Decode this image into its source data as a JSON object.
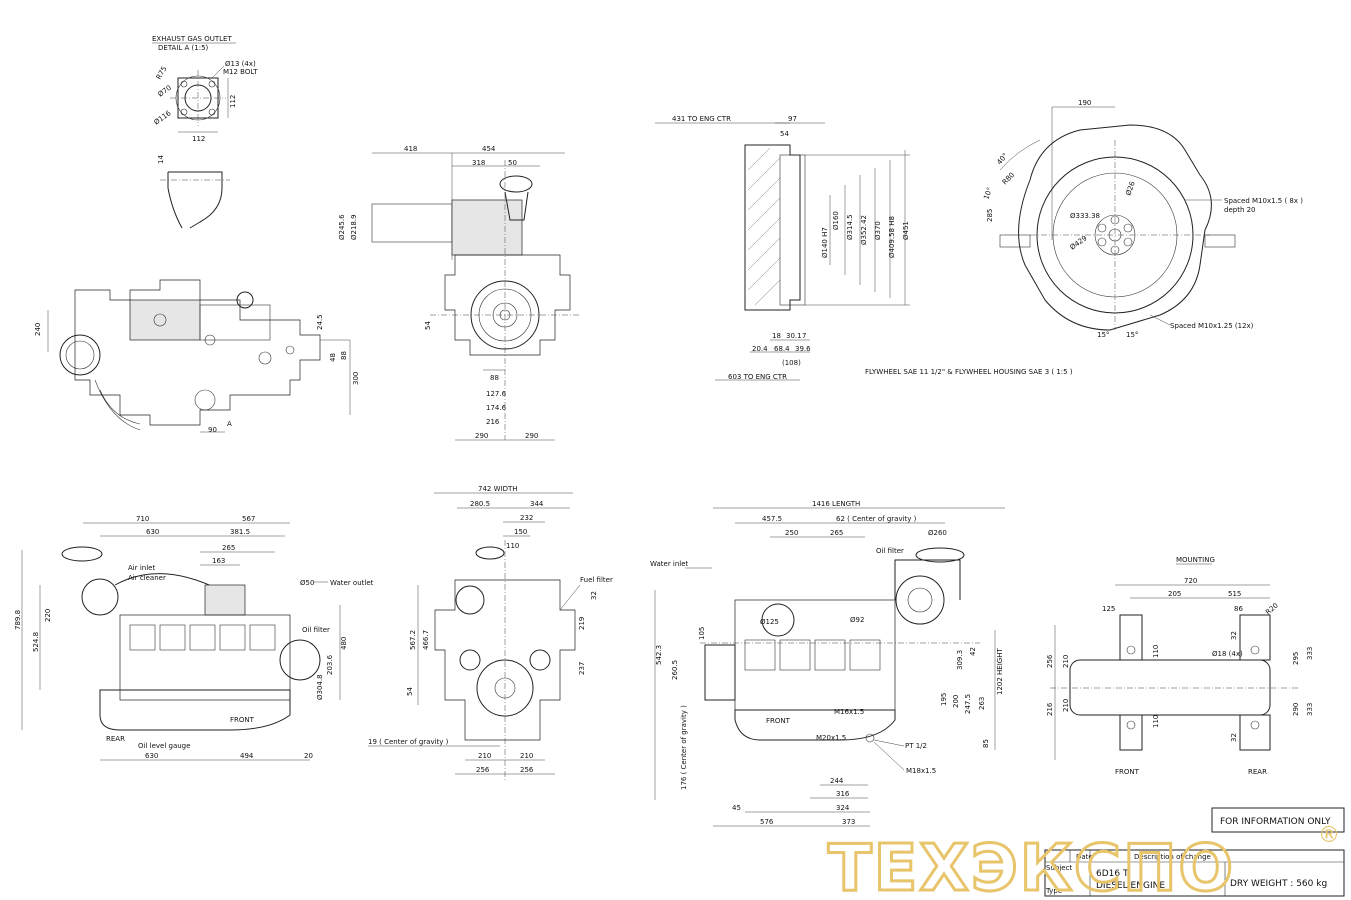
{
  "detail_a": {
    "title": "EXHAUST GAS OUTLET",
    "subtitle": "DETAIL A (1:5)",
    "bolt1": "Ø13 (4x)",
    "bolt2": "M12 BOLT",
    "d70": "Ø70",
    "d116": "Ø116",
    "r75": "R75",
    "w112": "112",
    "h112": "112",
    "h14": "14"
  },
  "top_left": {
    "d240": "240",
    "d24_5": "24.5",
    "d48": "48",
    "d88": "88",
    "d300": "300",
    "d90": "90",
    "a": "A"
  },
  "top_front": {
    "d418": "418",
    "d454": "454",
    "d318": "318",
    "d50": "50",
    "d245_6": "Ø245.6",
    "d218_9": "Ø218.9",
    "d54": "54",
    "d88": "88",
    "d127_6": "127.6",
    "d174_6": "174.6",
    "d216": "216",
    "d290a": "290",
    "d290b": "290"
  },
  "flywheel_section": {
    "to_eng_ctr_top": "431  TO ENG CTR",
    "d97": "97",
    "d54": "54",
    "d160": "Ø160",
    "d140h7": "Ø140 H7",
    "d314_5": "Ø314.5",
    "d352_42": "Ø352.42",
    "d370": "Ø370",
    "d409": "Ø409.58 H8",
    "d451": "Ø451",
    "d18": "18",
    "d30_1": "30.1",
    "d7": "7",
    "d20_4": "20.4",
    "d68_4": "68.4",
    "d39_6": "39.6",
    "d108": "(108)",
    "to_eng_ctr_bottom": "603  TO ENG CTR",
    "caption": "FLYWHEEL SAE 11 1/2\" & FLYWHEEL HOUSING SAE 3 ( 1:5 )"
  },
  "flywheel_front": {
    "d190": "190",
    "a40": "40°",
    "a10": "10°",
    "r80": "R80",
    "d285": "285",
    "d333": "Ø333.38",
    "d26": "Ø26",
    "d429": "Ø429",
    "spaced1": "Spaced M10x1.5 ( 8x )",
    "depth": "depth 20",
    "spaced2": "Spaced M10x1.25 (12x)",
    "a15a": "15°",
    "a15b": "15°"
  },
  "side_left": {
    "d710": "710",
    "d567": "567",
    "d630": "630",
    "d381_5": "381.5",
    "d265": "265",
    "d163": "163",
    "air_inlet": "Air inlet",
    "air_cleaner": "Air cleaner",
    "water_outlet": "Water outlet",
    "d50": "Ø50",
    "oil_filter": "Oil filter",
    "d789_8": "789.8",
    "d220": "220",
    "d524_8": "524.8",
    "d480": "480",
    "d203_6": "203.6",
    "d304_8": "Ø304.8",
    "rear": "REAR",
    "front": "FRONT",
    "oil_level": "Oil level gauge",
    "b630": "630",
    "b494": "494",
    "b20": "20"
  },
  "front_view": {
    "width": "742  WIDTH",
    "d280_5": "280.5",
    "d344": "344",
    "d232": "232",
    "d150": "150",
    "d110": "110",
    "fuel_filter": "Fuel filter",
    "d567_2": "567.2",
    "d466_7": "466.7",
    "d54": "54",
    "d219": "219",
    "d237": "237",
    "d32": "32",
    "cog": "19 ( Center of gravity )",
    "d210a": "210",
    "d210b": "210",
    "d256a": "256",
    "d256b": "256"
  },
  "side_right": {
    "length": "1416  LENGTH",
    "d457_5": "457.5",
    "d62": "62 ( Center of gravity )",
    "d250": "250",
    "d265": "265",
    "d260": "Ø260",
    "water_inlet": "Water inlet",
    "oil_filter": "Oil filter",
    "d125": "Ø125",
    "d92": "Ø92",
    "d542_3": "542.3",
    "d105": "105",
    "d260_5": "260.5",
    "d176": "176 ( Center of gravity )",
    "d309_3": "309.3",
    "d1202": "1202  HEIGHT",
    "d42": "42",
    "d195": "195",
    "d200": "200",
    "d247_5": "247.5",
    "d263": "263",
    "d85": "85",
    "front": "FRONT",
    "m16": "M16x1.5",
    "m20": "M20x1.5",
    "pt": "PT 1/2",
    "m18": "M18x1.5",
    "d244": "244",
    "d316": "316",
    "d324": "324",
    "d45": "45",
    "d576": "576",
    "d373": "373"
  },
  "mounting": {
    "title": "MOUNTING",
    "d720": "720",
    "d205": "205",
    "d515": "515",
    "d125": "125",
    "d86": "86",
    "r20": "R20",
    "d32a": "32",
    "d18": "Ø18 (4x)",
    "d256": "256",
    "d210a": "210",
    "d110a": "110",
    "d295a": "295",
    "d333a": "333",
    "d216": "216",
    "d210b": "210",
    "d110b": "110",
    "d290b": "290",
    "d333b": "333",
    "d32b": "32",
    "front": "FRONT",
    "rear": "REAR"
  },
  "title_block": {
    "info": "FOR INFORMATION ONLY",
    "model": "6D16 T",
    "desc": "DIESEL ENGINE",
    "weight": "DRY WEIGHT : 560 kg",
    "col_date": "Date",
    "col_desc": "Description of change",
    "col_subj": "Subject",
    "col_type": "Type"
  },
  "watermark": {
    "text": "ТЕХЭКСПО",
    "mark": "®",
    "color": "#e8c46a"
  }
}
